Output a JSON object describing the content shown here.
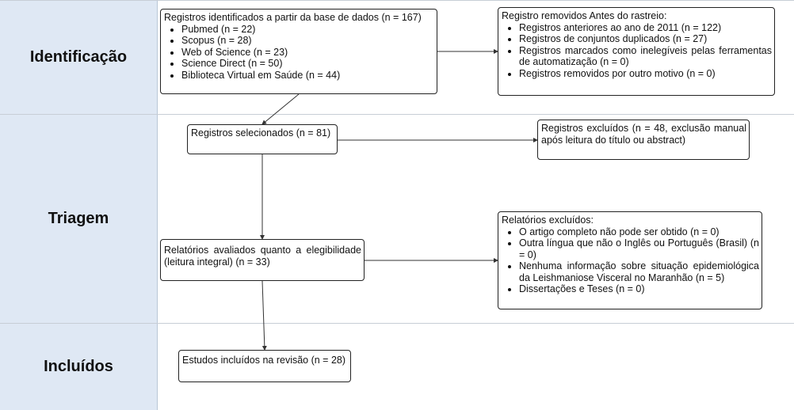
{
  "sections": {
    "identificacao": "Identificação",
    "triagem": "Triagem",
    "incluidos": "Incluídos"
  },
  "boxes": {
    "identified": {
      "title": "Registros identificados a partir da base de dados (n = 167)",
      "items": [
        "Pubmed (n = 22)",
        "Scopus (n = 28)",
        "Web of Science (n = 23)",
        "Science Direct (n = 50)",
        "Biblioteca Virtual em Saúde (n = 44)"
      ]
    },
    "removed": {
      "title": "Registro removidos Antes do rastreio:",
      "items": [
        "Registros anteriores ao ano de 2011 (n = 122)",
        "Registros de conjuntos duplicados (n = 27)",
        "Registros marcados como inelegíveis pelas ferramentas de automatização (n = 0)",
        "Registros removidos por outro motivo (n = 0)"
      ]
    },
    "selected": {
      "text": "Registros selecionados (n = 81)"
    },
    "excluded_records": {
      "text": "Registros excluídos (n = 48, exclusão manual após leitura do título ou abstract)"
    },
    "assessed": {
      "text": "Relatórios avaliados quanto a elegibilidade (leitura integral) (n = 33)"
    },
    "excluded_reports": {
      "title": "Relatórios excluídos:",
      "items": [
        "O artigo completo não pode ser obtido (n = 0)",
        "Outra língua que não o Inglês ou Português (Brasil) (n = 0)",
        "Nenhuma informação sobre situação epidemiológica da Leishmaniose Visceral no Maranhão (n = 5)",
        "Dissertações e Teses (n = 0)"
      ]
    },
    "included": {
      "text": "Estudos incluídos na revisão (n = 28)"
    }
  }
}
